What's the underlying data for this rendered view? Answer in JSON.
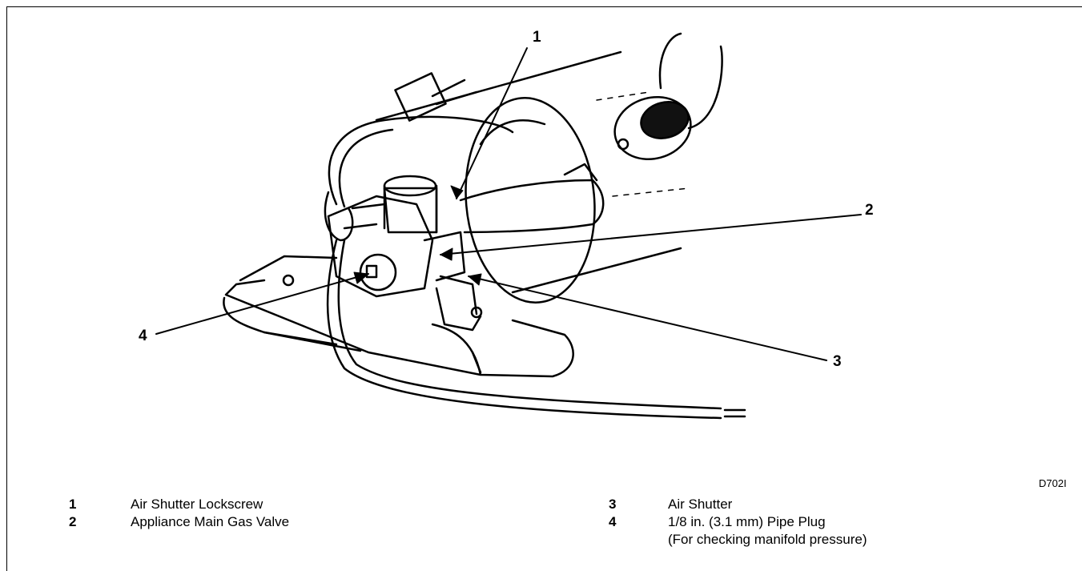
{
  "figure_id": "D702I",
  "callouts": [
    "1",
    "2",
    "3",
    "4"
  ],
  "legend": [
    {
      "number": "1",
      "label": "Air Shutter Lockscrew",
      "sub": ""
    },
    {
      "number": "2",
      "label": "Appliance Main Gas Valve",
      "sub": ""
    },
    {
      "number": "3",
      "label": "Air Shutter",
      "sub": ""
    },
    {
      "number": "4",
      "label": "1/8 in. (3.1 mm) Pipe Plug",
      "sub": "(For checking manifold pressure)"
    }
  ]
}
